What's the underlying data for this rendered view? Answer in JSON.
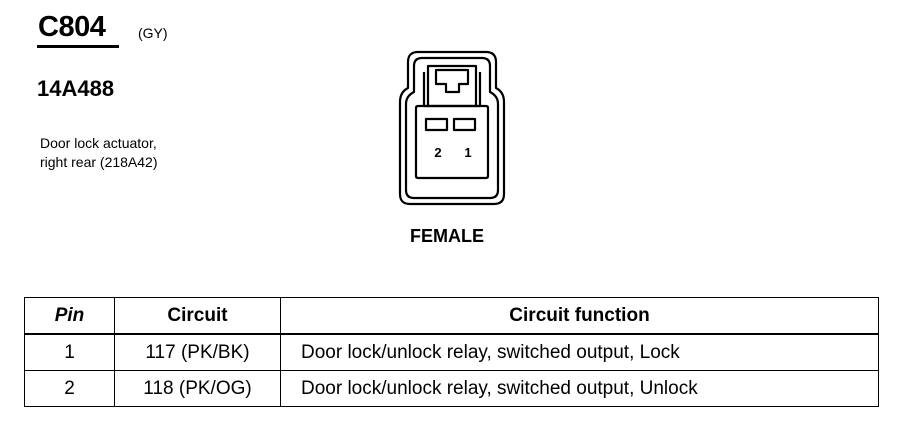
{
  "connector": {
    "id": "C804",
    "color": "(GY)",
    "part_number": "14A488",
    "description_lines": [
      "Door lock actuator,",
      "right rear (218A42)"
    ],
    "gender": "FEMALE",
    "pin_labels": [
      "2",
      "1"
    ]
  },
  "table": {
    "headers": [
      "Pin",
      "Circuit",
      "Circuit function"
    ],
    "rows": [
      {
        "pin": "1",
        "circuit": "117 (PK/BK)",
        "function": "Door lock/unlock relay, switched output, Lock"
      },
      {
        "pin": "2",
        "circuit": "118 (PK/OG)",
        "function": "Door lock/unlock relay, switched output, Unlock"
      }
    ]
  }
}
